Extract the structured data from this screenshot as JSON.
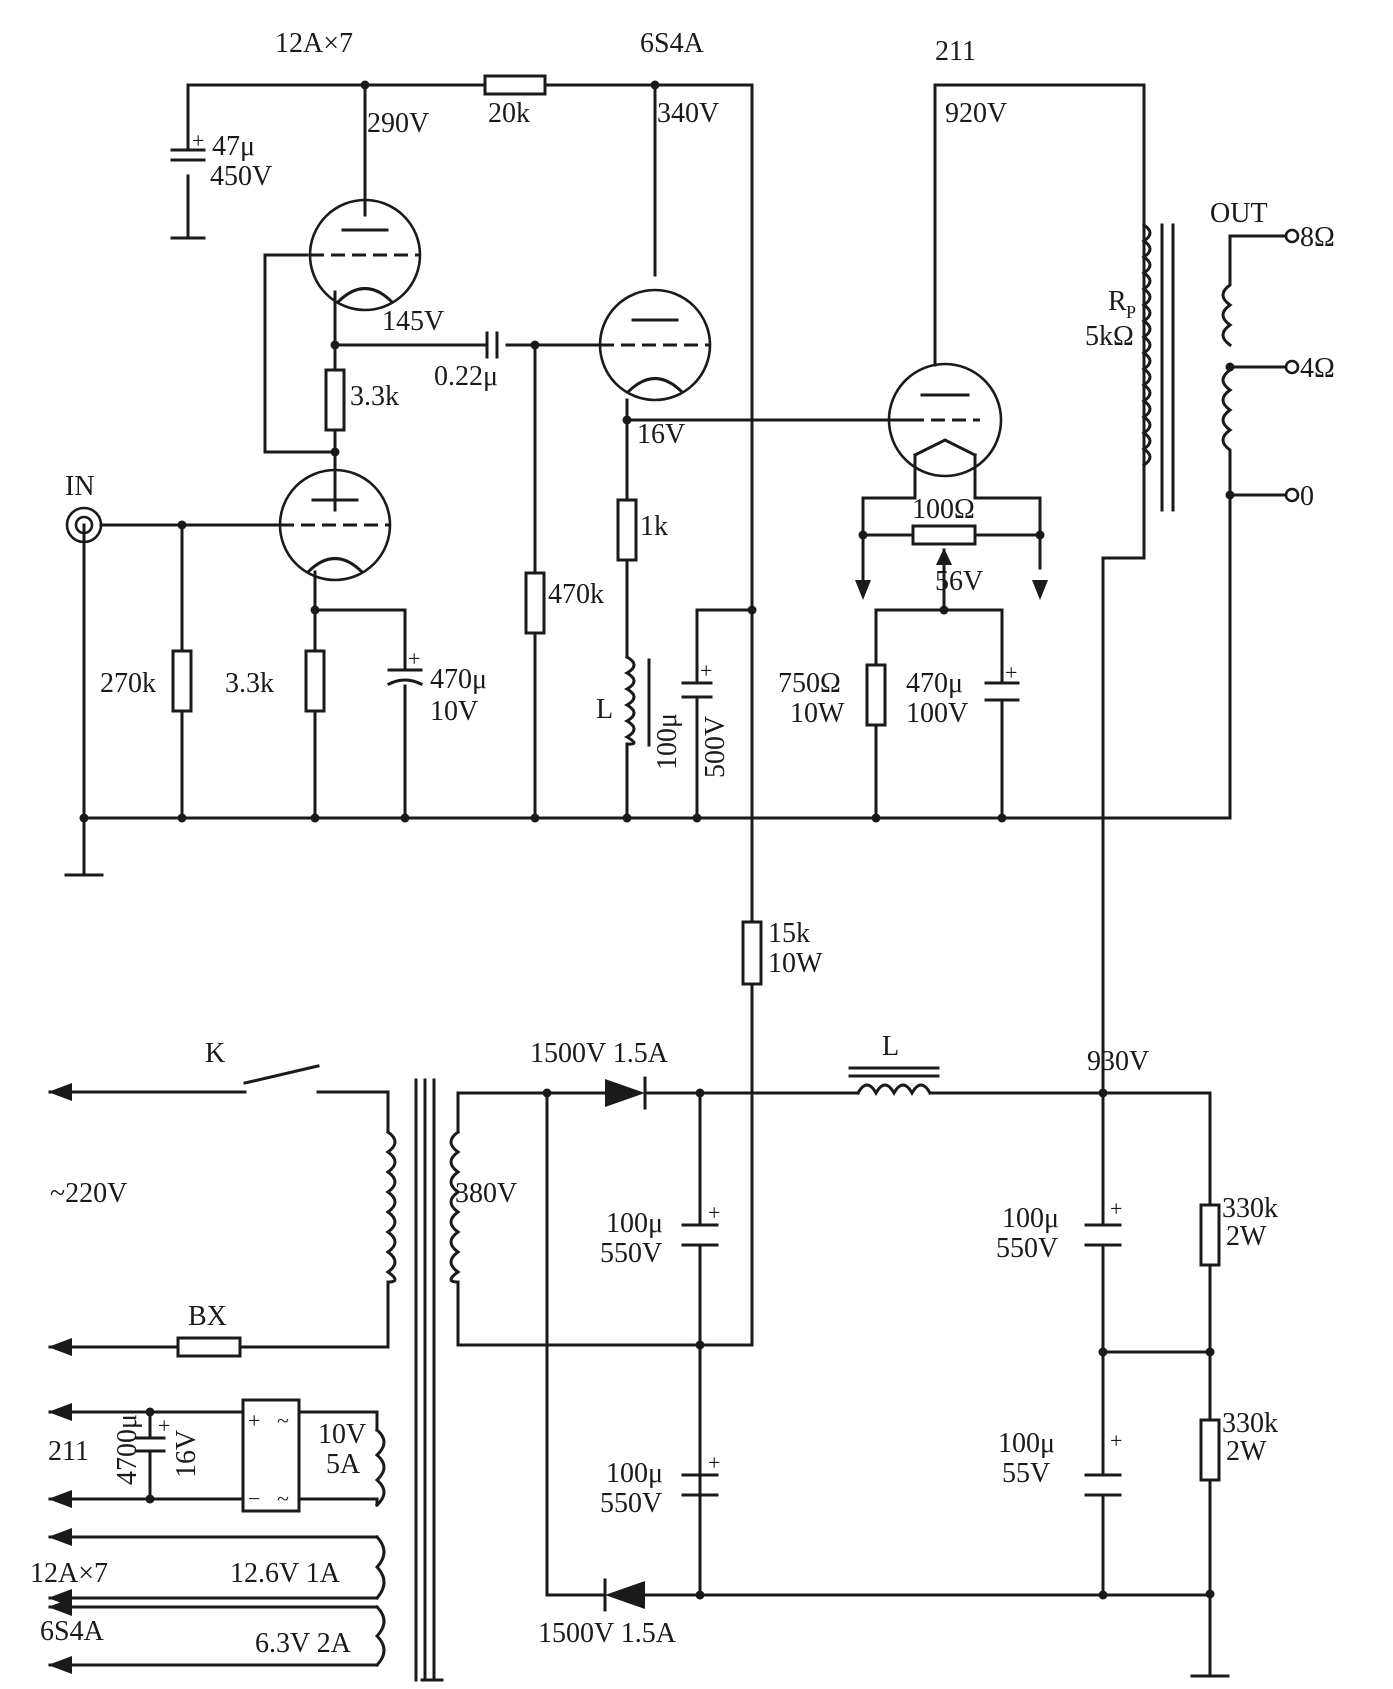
{
  "tubes": {
    "v1": "12A×7",
    "v2": "6S4A",
    "v3": "211"
  },
  "voltages": {
    "v1_plate": "290V",
    "v2_plate": "340V",
    "v3_plate": "920V",
    "v1_cathode": "145V",
    "v2_cathode": "16V",
    "v3_filament": "56V",
    "hv_supply": "930V",
    "mains": "~220V",
    "secondary": "380V"
  },
  "parts": {
    "c_47": "47μ",
    "c_47_v": "450V",
    "r_20k": "20k",
    "c_022": "0.22μ",
    "r_33k_a": "3.3k",
    "r_33k_b": "3.3k",
    "r_270k": "270k",
    "c_470_10": "470μ",
    "c_470_10_v": "10V",
    "r_470k": "470k",
    "r_1k": "1k",
    "choke_l": "L",
    "c_100_500": "100μ",
    "c_100_500_v": "500V",
    "r_100ohm": "100Ω",
    "r_750": "750Ω",
    "r_750_w": "10W",
    "c_470_100": "470μ",
    "c_470_100_v": "100V",
    "rp_label": "R",
    "rp_sub": "P",
    "rp_value": "5kΩ",
    "r_15k": "15k",
    "r_15k_w": "10W",
    "d1": "1500V 1.5A",
    "d2": "1500V 1.5A",
    "choke_supply": "L",
    "c_100_550_a": "100μ",
    "c_100_550_a_v": "550V",
    "c_100_550_b": "100μ",
    "c_100_550_b_v": "550V",
    "c_100_550_c": "100μ",
    "c_100_550_c_v": "550V",
    "c_100_55": "100μ",
    "c_100_55_v": "55V",
    "r_330k_a": "330k",
    "r_330k_a_w": "2W",
    "r_330k_b": "330k",
    "r_330k_b_w": "2W",
    "c_4700": "4700μ",
    "c_4700_v": "16V",
    "sw_k": "K",
    "fuse_bx": "BX",
    "fil_211": "10V",
    "fil_211_a": "5A",
    "fil_12": "12.6V 1A",
    "fil_6": "6.3V 2A",
    "tap_211": "211",
    "tap_12": "12A×7",
    "tap_6": "6S4A"
  },
  "ports": {
    "in": "IN",
    "out": "OUT",
    "o8": "8Ω",
    "o4": "4Ω",
    "o0": "0"
  }
}
